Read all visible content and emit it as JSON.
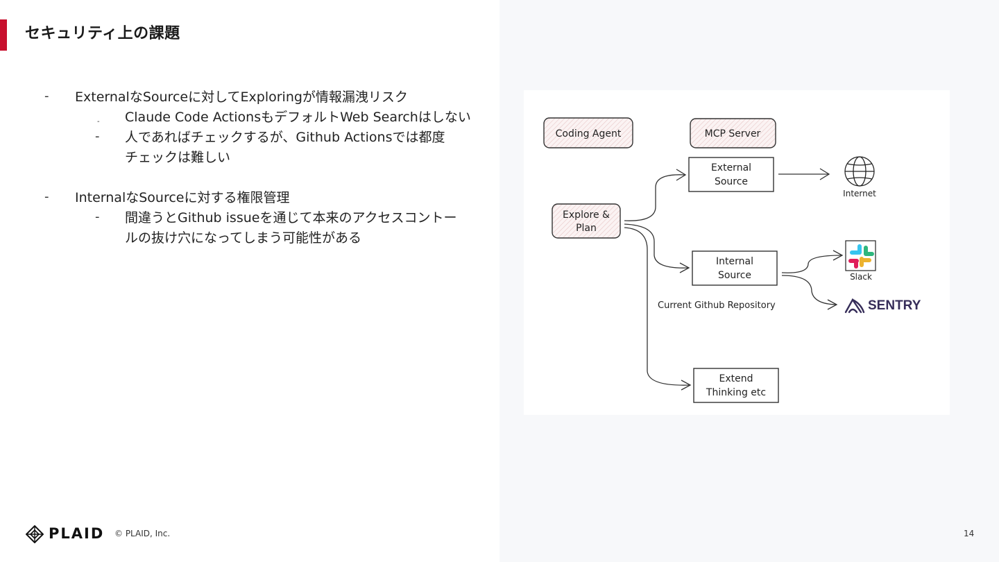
{
  "slide": {
    "title": "セキュリティ上の課題",
    "page_number": "14"
  },
  "bullets": [
    {
      "text": "ExternalなSourceに対してExploringが情報漏洩リスク",
      "sub": [
        "Claude Code ActionsもデフォルトWeb Searchはしない",
        "人であればチェックするが、Github Actionsでは都度",
        "チェックは難しい"
      ]
    },
    {
      "text": "InternalなSourceに対する権限管理",
      "sub": [
        "間違うとGithub issueを通じて本来のアクセスコントー",
        "ルの抜け穴になってしまう可能性がある"
      ]
    }
  ],
  "diagram": {
    "coding_agent": "Coding Agent",
    "mcp_server": "MCP Server",
    "explore_plan": [
      "Explore &",
      "Plan"
    ],
    "external_source": [
      "External",
      "Source"
    ],
    "internal_source": [
      "Internal",
      "Source"
    ],
    "extend_thinking": [
      "Extend",
      "Thinking etc"
    ],
    "internet": "Internet",
    "slack": "Slack",
    "sentry": "SENTRY",
    "repo_label": "Current Github Repository"
  },
  "footer": {
    "brand": "PLAID",
    "copyright": "© PLAID, Inc."
  },
  "colors": {
    "accent": "#c8102e",
    "panel": "#f7f8fa",
    "sentry": "#362d59"
  }
}
